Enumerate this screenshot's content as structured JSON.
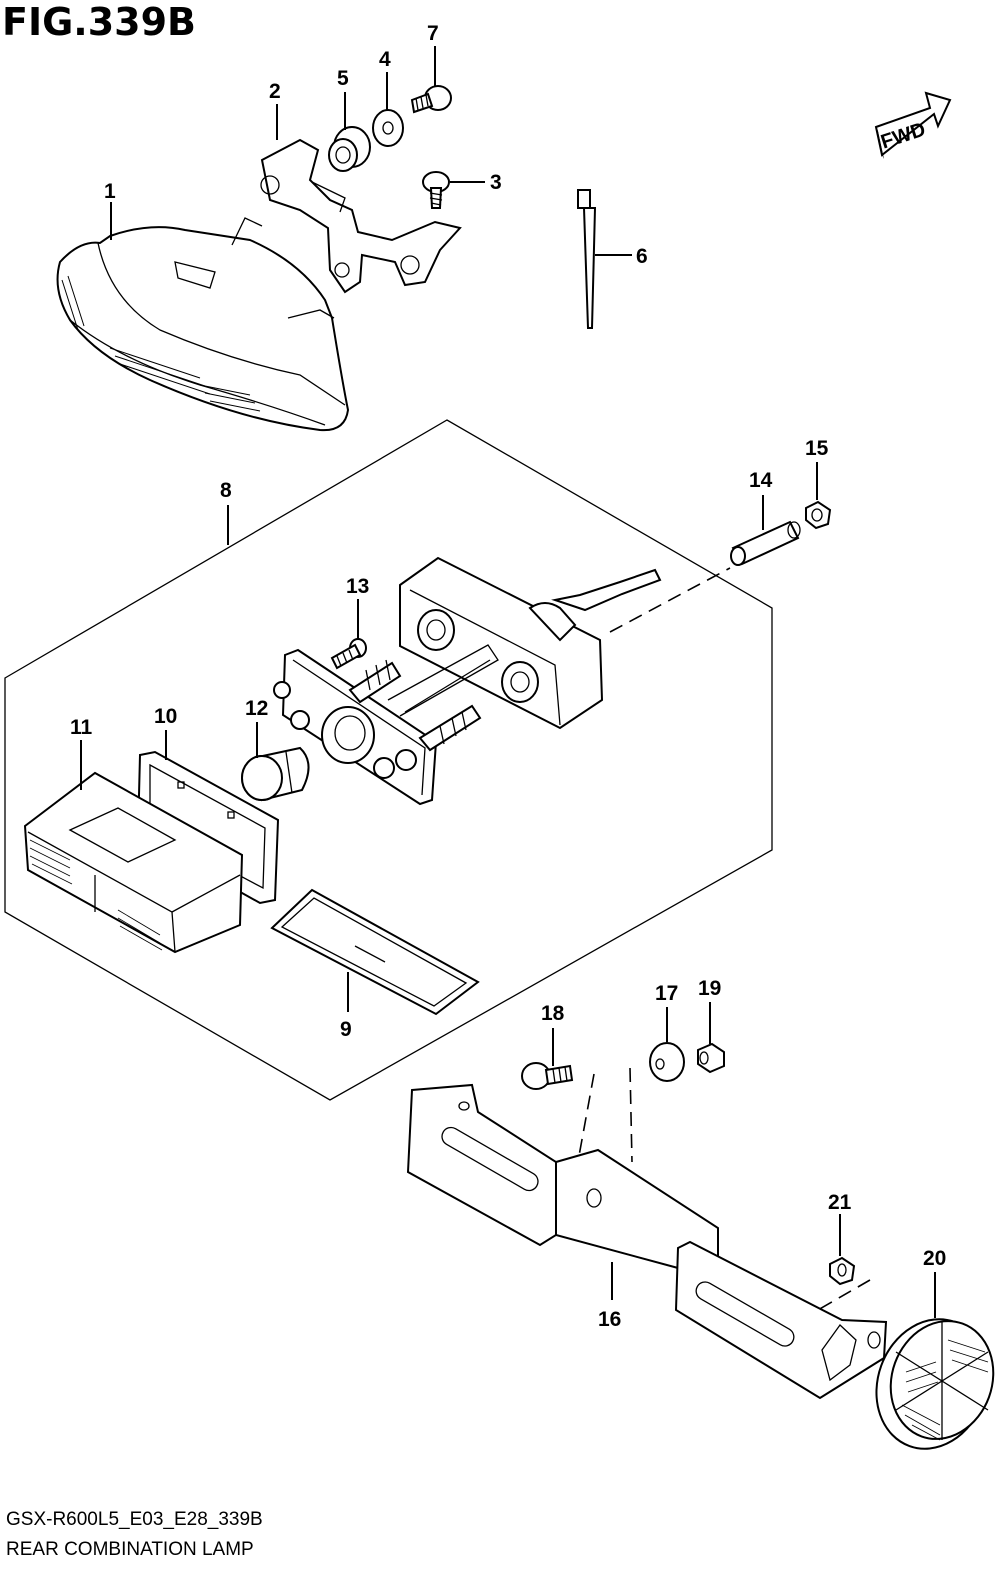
{
  "figure": {
    "title": "FIG.339B",
    "footer_code": "GSX-R600L5_E03_E28_339B",
    "footer_name": "REAR COMBINATION LAMP",
    "direction_arrow": "FWD"
  },
  "callouts": [
    "1",
    "2",
    "3",
    "4",
    "5",
    "6",
    "7",
    "8",
    "9",
    "10",
    "11",
    "12",
    "13",
    "14",
    "15",
    "16",
    "17",
    "18",
    "19",
    "20",
    "21"
  ],
  "colors": {
    "line": "#000000",
    "background": "#ffffff"
  }
}
